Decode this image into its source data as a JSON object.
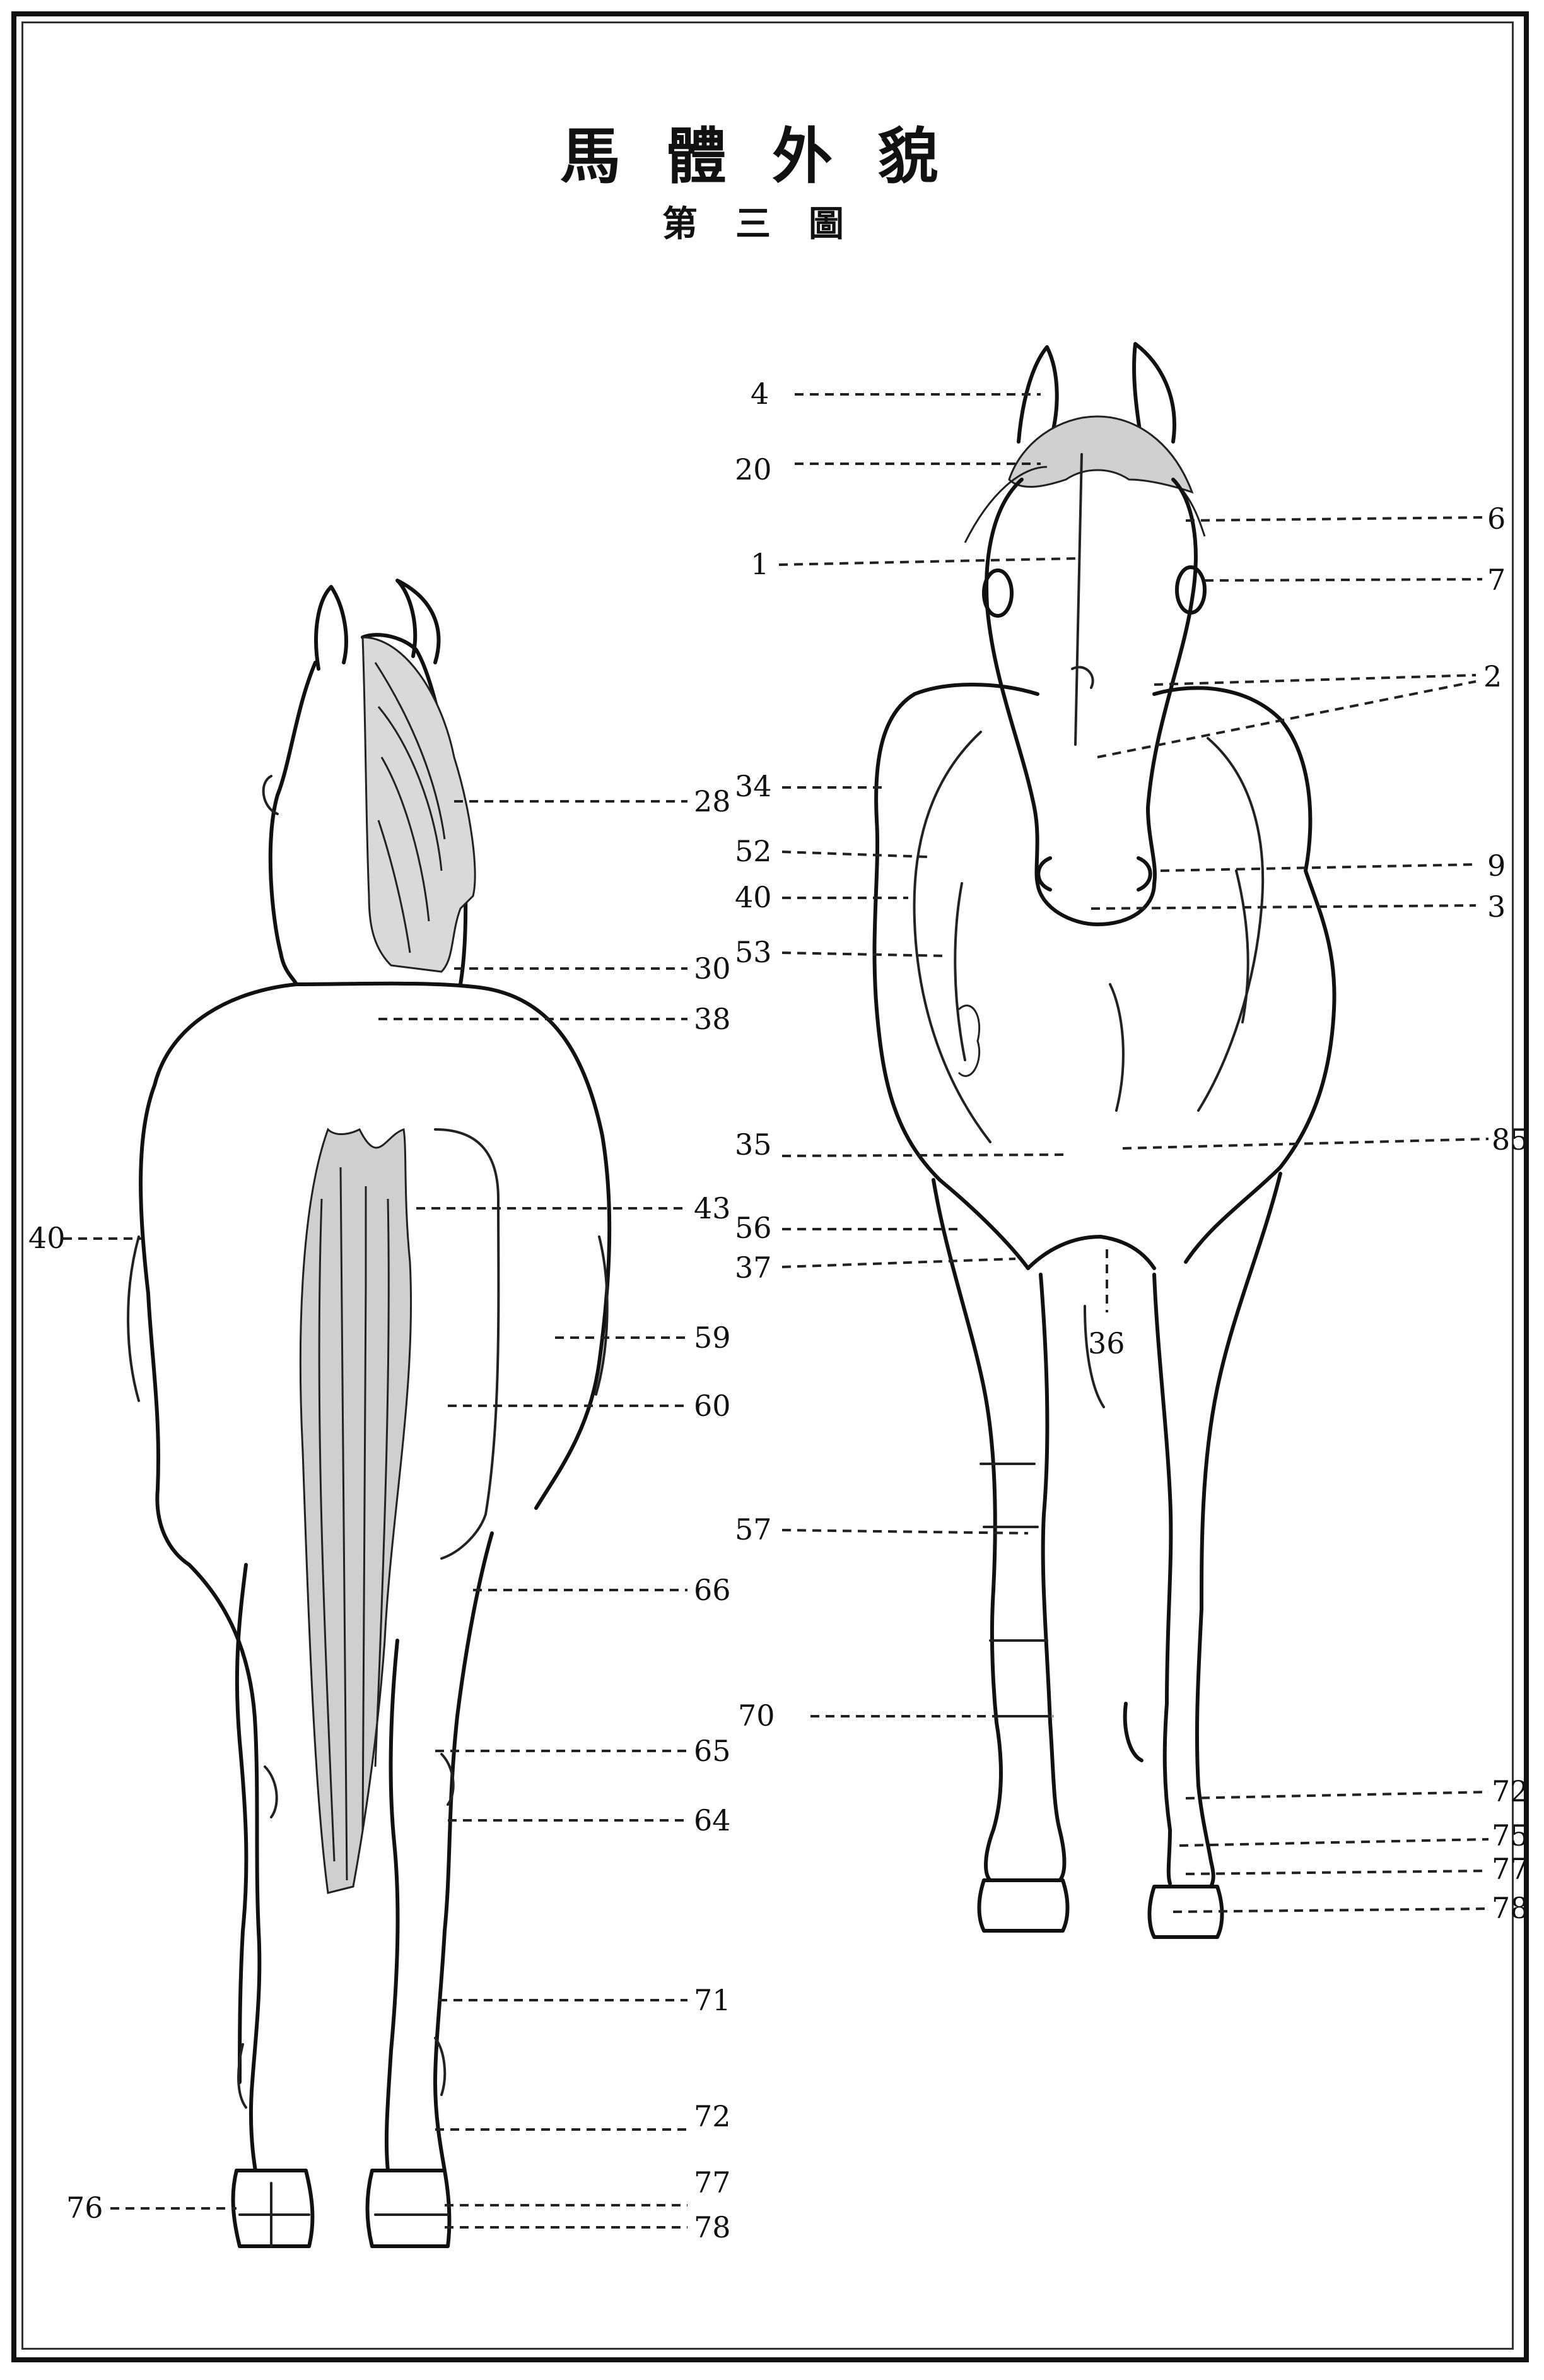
{
  "header": {
    "title": "馬體外貌",
    "subtitle": "第三圖"
  },
  "rear_view": {
    "labels": [
      {
        "id": "28",
        "text": "28"
      },
      {
        "id": "30",
        "text": "30"
      },
      {
        "id": "38",
        "text": "38"
      },
      {
        "id": "40",
        "text": "40"
      },
      {
        "id": "43",
        "text": "43"
      },
      {
        "id": "59",
        "text": "59"
      },
      {
        "id": "60",
        "text": "60"
      },
      {
        "id": "66",
        "text": "66"
      },
      {
        "id": "65",
        "text": "65"
      },
      {
        "id": "64",
        "text": "64"
      },
      {
        "id": "71",
        "text": "71"
      },
      {
        "id": "72",
        "text": "72"
      },
      {
        "id": "77",
        "text": "77"
      },
      {
        "id": "76",
        "text": "76"
      },
      {
        "id": "78",
        "text": "78"
      }
    ]
  },
  "front_view": {
    "labels": [
      {
        "id": "4",
        "text": "4"
      },
      {
        "id": "20",
        "text": "20"
      },
      {
        "id": "1",
        "text": "1"
      },
      {
        "id": "6",
        "text": "6"
      },
      {
        "id": "7",
        "text": "7"
      },
      {
        "id": "2",
        "text": "2"
      },
      {
        "id": "34",
        "text": "34"
      },
      {
        "id": "52",
        "text": "52"
      },
      {
        "id": "9",
        "text": "9"
      },
      {
        "id": "40",
        "text": "40"
      },
      {
        "id": "3",
        "text": "3"
      },
      {
        "id": "53",
        "text": "53"
      },
      {
        "id": "35",
        "text": "35"
      },
      {
        "id": "85",
        "text": "85"
      },
      {
        "id": "56",
        "text": "56"
      },
      {
        "id": "37",
        "text": "37"
      },
      {
        "id": "36",
        "text": "36"
      },
      {
        "id": "57",
        "text": "57"
      },
      {
        "id": "70",
        "text": "70"
      },
      {
        "id": "72",
        "text": "72"
      },
      {
        "id": "75",
        "text": "75"
      },
      {
        "id": "77",
        "text": "77"
      },
      {
        "id": "78",
        "text": "78"
      }
    ]
  }
}
